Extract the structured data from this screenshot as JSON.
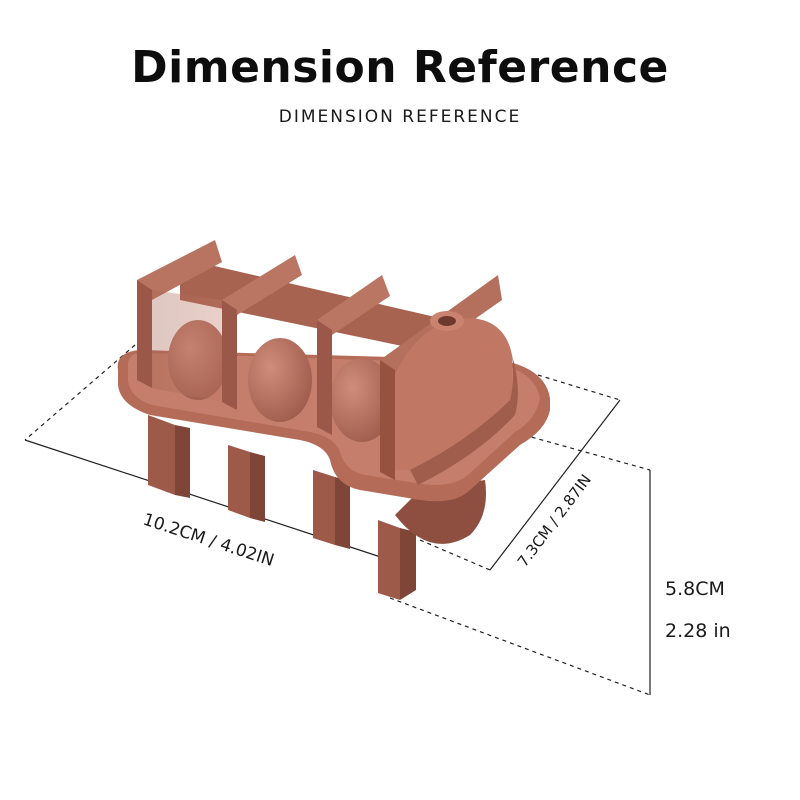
{
  "header": {
    "title": "Dimension Reference",
    "subtitle": "DIMENSION REFERENCE"
  },
  "dimensions": {
    "length": "10.2CM / 4.02IN",
    "width": "7.3CM / 2.87IN",
    "height_cm": "5.8CM",
    "height_in": "2.28 in"
  },
  "colors": {
    "product_main": "#b06a58",
    "product_dark": "#8e4f40",
    "product_light": "#c98371",
    "dimension_line": "#222222"
  }
}
